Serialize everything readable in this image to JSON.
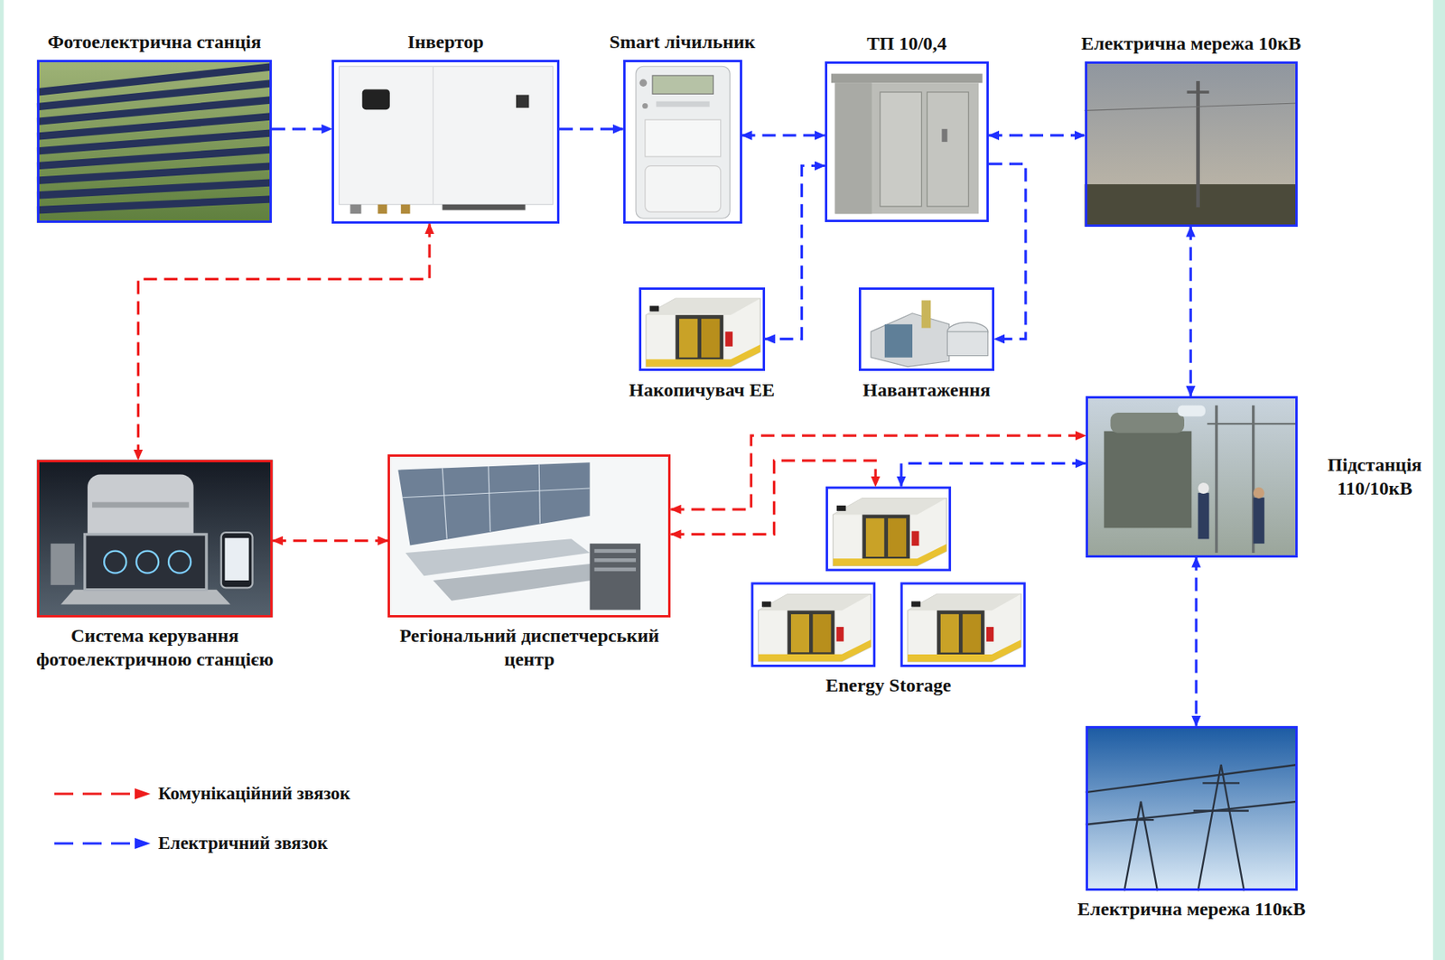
{
  "diagram": {
    "nodes": [
      {
        "text": [
          "Фотоелектрична станція"
        ]
      },
      {
        "text": [
          "Інвертор"
        ]
      },
      {
        "text": [
          "Smart лічильник"
        ]
      },
      {
        "text": [
          "ТП 10/0,4"
        ]
      },
      {
        "text": [
          "Електрична мережа 10кВ"
        ]
      },
      {
        "text": [
          "Накопичувач ЕЕ"
        ]
      },
      {
        "text": [
          "Навантаження"
        ]
      },
      {
        "text": [
          "Підстанція 110/10кВ"
        ]
      },
      {
        "text": [
          "Система керування фотоелектричною станцією"
        ]
      },
      {
        "text": [
          "Регіональний диспетчерський центр"
        ]
      },
      {
        "text": [
          "Energy Storage"
        ]
      },
      {
        "text": [
          "Електрична мережа 110кВ"
        ]
      }
    ],
    "edges": [
      {
        "from": 0,
        "to": 1,
        "arrow": "to"
      },
      {
        "from": 1,
        "to": 2,
        "arrow": "to"
      },
      {
        "from": 2,
        "to": 3,
        "arrow": "both"
      },
      {
        "from": 3,
        "to": 4,
        "arrow": "both"
      },
      {
        "from": 3,
        "to": 5,
        "arrow": "both"
      },
      {
        "from": 3,
        "to": 6,
        "arrow": "to"
      },
      {
        "from": 4,
        "to": 7,
        "arrow": "both"
      },
      {
        "from": 7,
        "to": 11,
        "arrow": "both"
      },
      {
        "from": 1,
        "to": 8,
        "arrow": "both"
      },
      {
        "from": 8,
        "to": 9,
        "arrow": "both"
      },
      {
        "from": 9,
        "to": 7,
        "arrow": "both"
      },
      {
        "from": 9,
        "to": 10,
        "arrow": "both"
      },
      {
        "from": 7,
        "to": 10,
        "arrow": "both"
      }
    ],
    "legend": [
      {
        "text": "Комунікаційний звязок"
      },
      {
        "text": "Електричний звязок"
      }
    ]
  }
}
